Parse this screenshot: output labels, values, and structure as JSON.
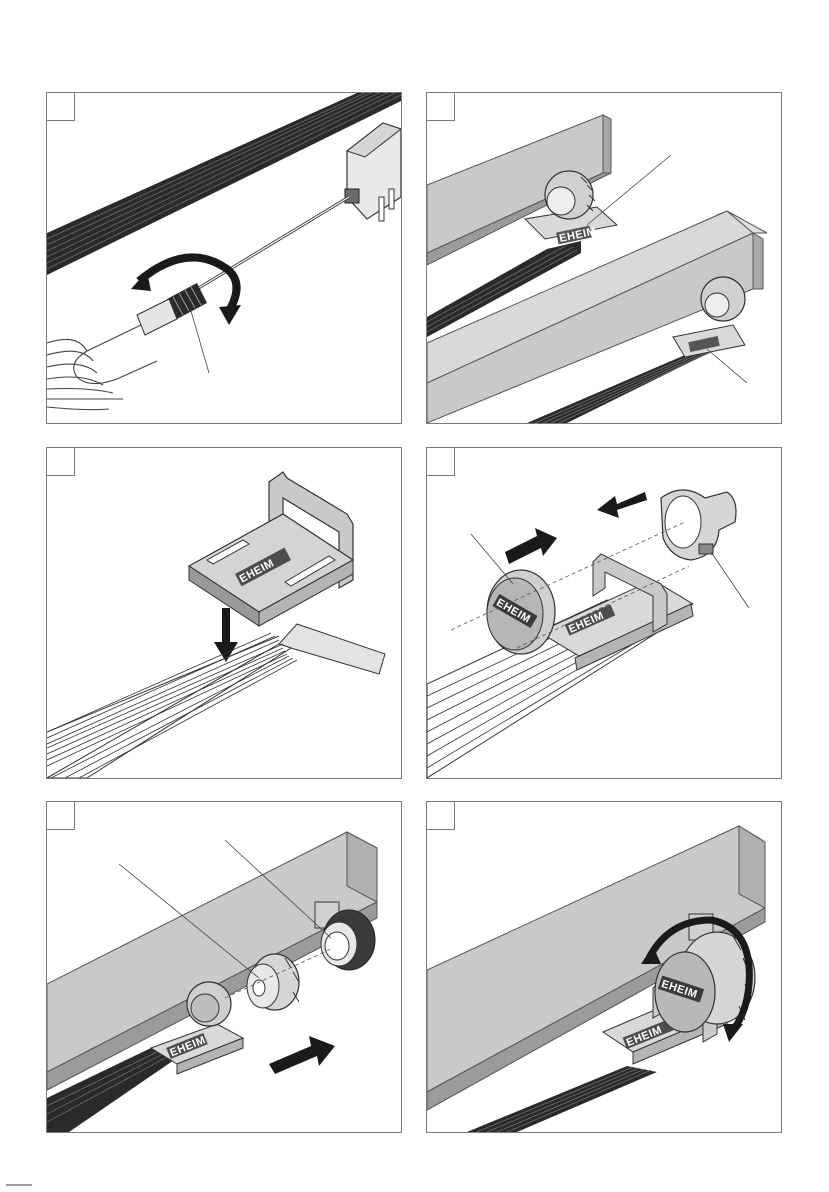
{
  "brand": {
    "logo_text": "EHEIM"
  },
  "colors": {
    "border": "#7a7a7a",
    "housing_light": "#c9c9c9",
    "housing_mid": "#b3b3b3",
    "housing_dark": "#8f8f8f",
    "cable_dark": "#2a2a2a",
    "arrow": "#1a1a1a"
  },
  "panels": [
    {
      "id": "panel-1",
      "content": "power-supply-connector-twist"
    },
    {
      "id": "panel-2",
      "content": "two-light-bars-with-holders"
    },
    {
      "id": "panel-3",
      "content": "holder-onto-cable"
    },
    {
      "id": "panel-4",
      "content": "cap-and-sleeve-assembly"
    },
    {
      "id": "panel-5",
      "content": "coupling-ring-insertion"
    },
    {
      "id": "panel-6",
      "content": "coupling-tighten-rotation"
    }
  ]
}
